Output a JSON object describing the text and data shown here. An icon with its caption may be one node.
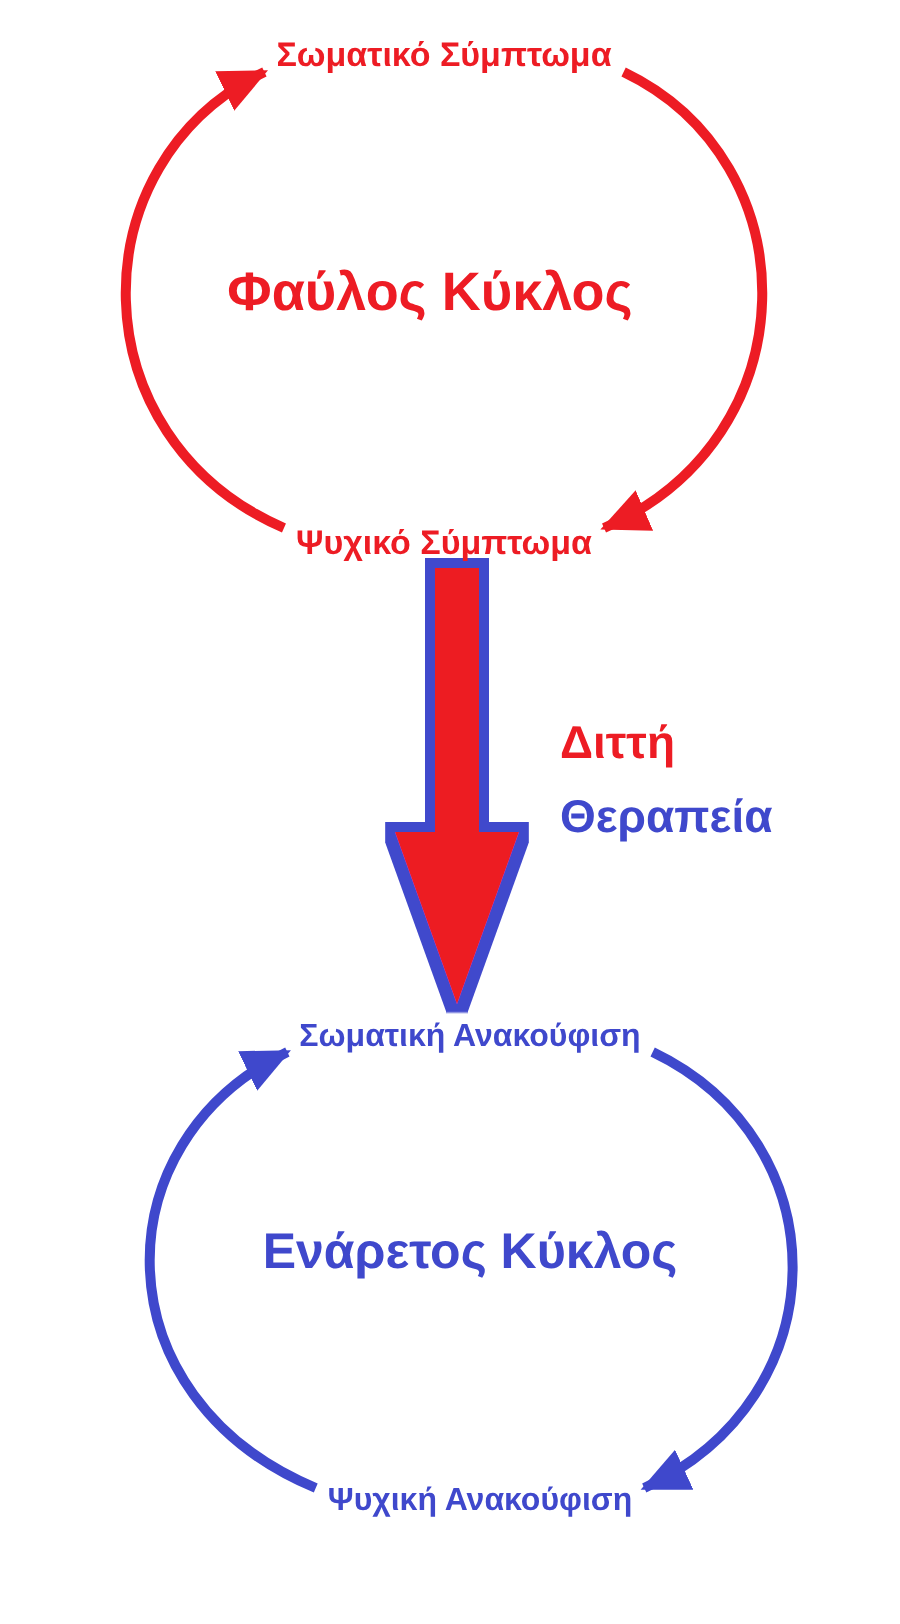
{
  "diagram": {
    "nodes": [
      {
        "text": [
          "Σωματικό Σύμπτωμα"
        ]
      },
      {
        "text": [
          "Ψυχικό Σύμπτωμα"
        ]
      },
      {
        "text": [
          "Σωματική Ανακούφιση"
        ]
      },
      {
        "text": [
          "Ψυχική Ανακούφιση"
        ]
      }
    ],
    "edges": [
      {
        "from": 0,
        "to": 1,
        "arrow": "to",
        "color": "#ed1c24"
      },
      {
        "from": 1,
        "to": 0,
        "arrow": "to",
        "color": "#ed1c24"
      },
      {
        "from": 1,
        "to": 2,
        "arrow": "to",
        "style": "thick",
        "color": "#ed1c24"
      },
      {
        "from": 2,
        "to": 3,
        "arrow": "to",
        "color": "#3f48cc"
      },
      {
        "from": 3,
        "to": 2,
        "arrow": "to",
        "color": "#3f48cc"
      }
    ],
    "labels": [
      "Φαύλος Κύκλος",
      "Διττή",
      "Θεραπεία",
      "Ενάρετος Κύκλος"
    ]
  }
}
